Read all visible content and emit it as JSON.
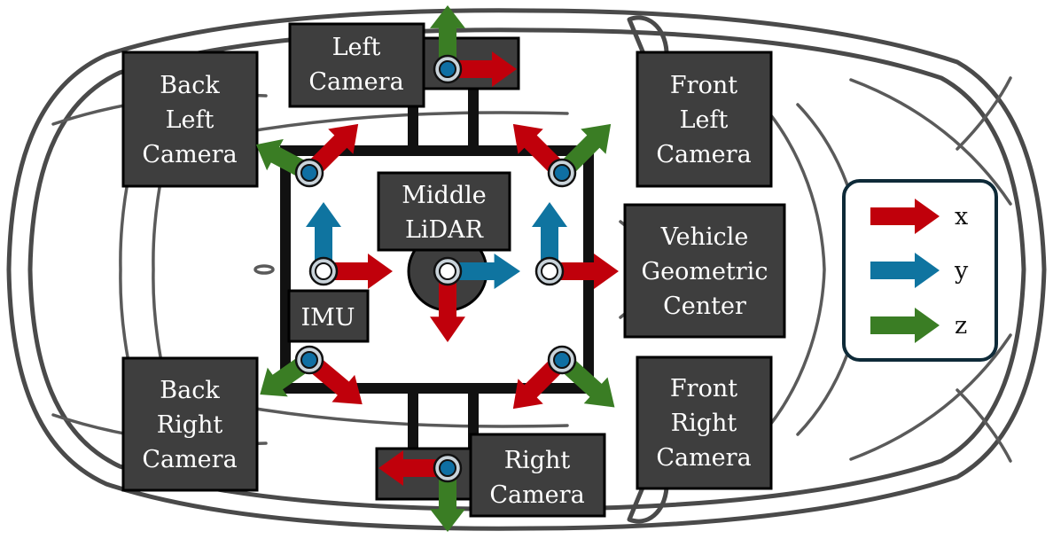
{
  "colors": {
    "x_axis": "#c0000b",
    "y_axis": "#0f74a0",
    "z_axis": "#3a7d24",
    "box_fill": "#3e3e3e",
    "rig_frame": "#111111",
    "car_outline": "#4a4a4a"
  },
  "labels": {
    "left_camera": [
      "Left",
      "Camera"
    ],
    "back_left_camera": [
      "Back",
      "Left",
      "Camera"
    ],
    "front_left_camera": [
      "Front",
      "Left",
      "Camera"
    ],
    "middle_lidar": [
      "Middle",
      "LiDAR"
    ],
    "vehicle_center": [
      "Vehicle",
      "Geometric",
      "Center"
    ],
    "imu": [
      "IMU"
    ],
    "back_right_camera": [
      "Back",
      "Right",
      "Camera"
    ],
    "front_right_camera": [
      "Front",
      "Right",
      "Camera"
    ],
    "right_camera": [
      "Right",
      "Camera"
    ]
  },
  "legend": {
    "x": "x",
    "y": "y",
    "z": "z"
  },
  "icons": [
    "sensor-origin-marker",
    "axis-arrow"
  ]
}
